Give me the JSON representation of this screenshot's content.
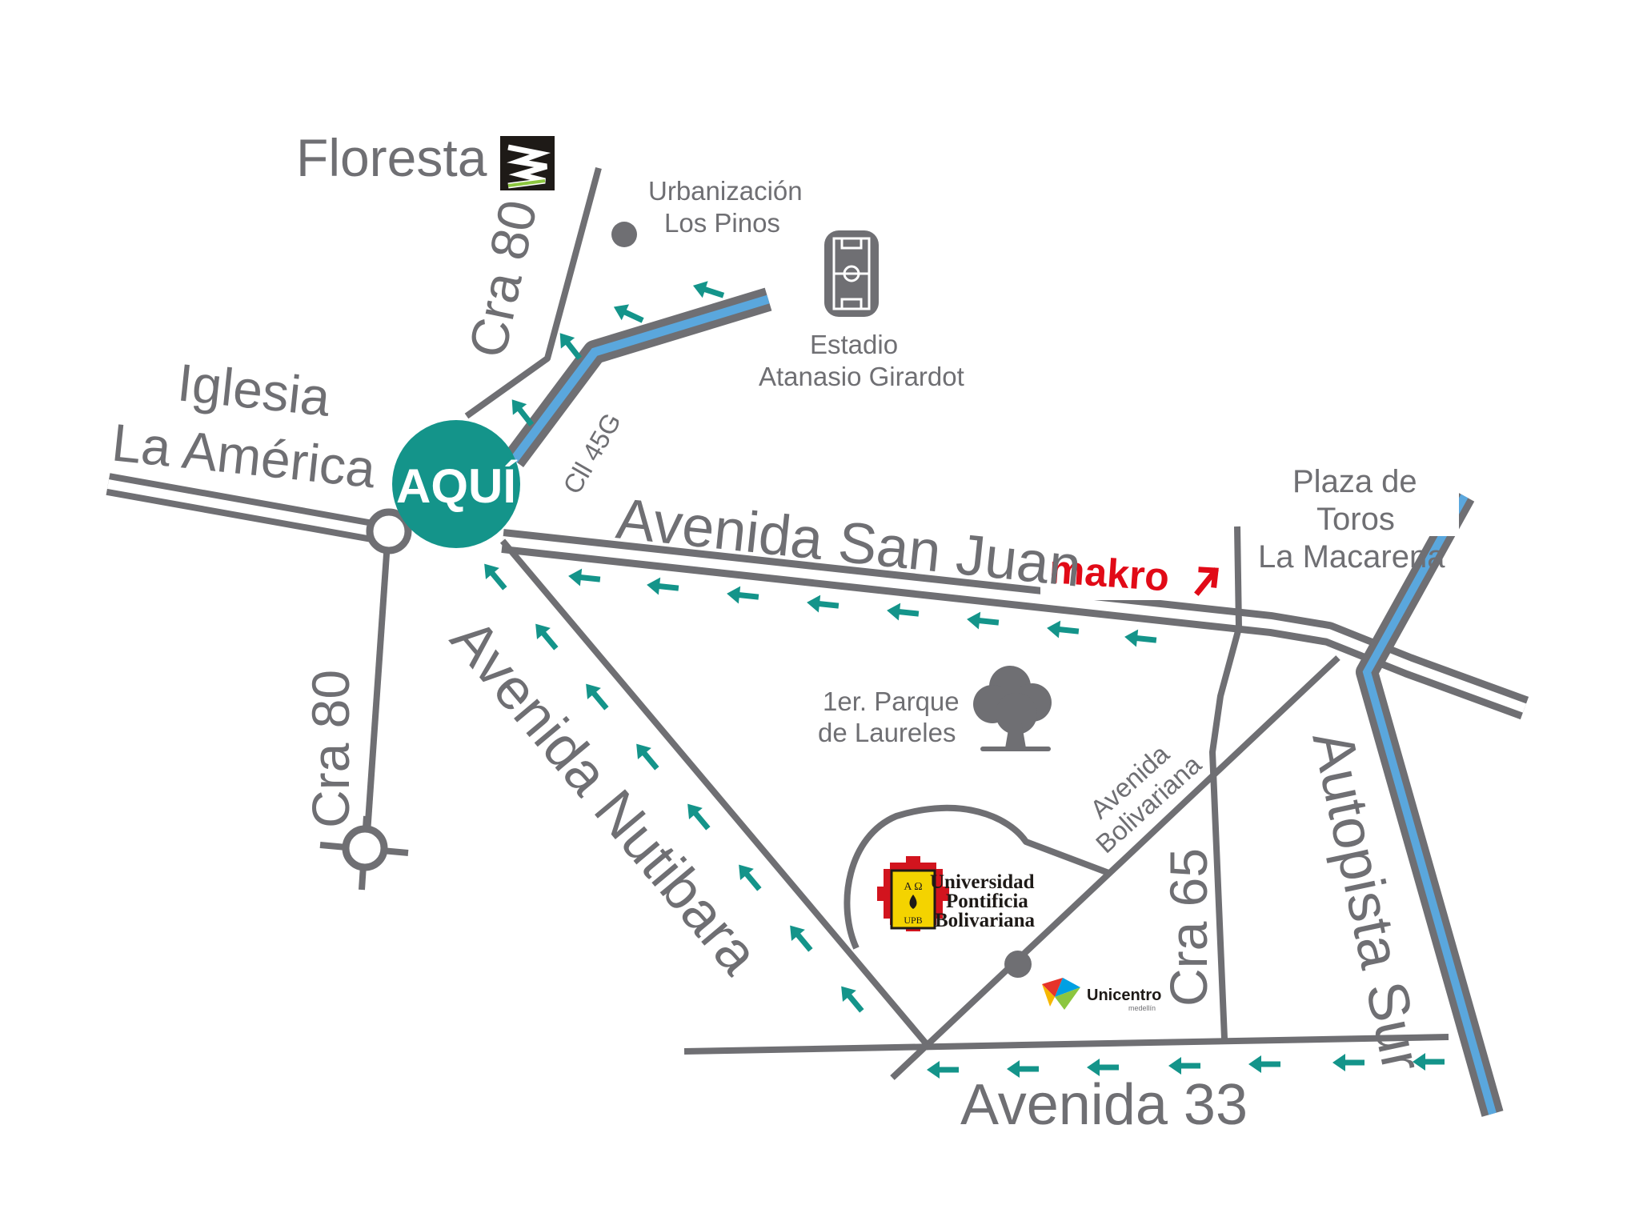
{
  "colors": {
    "road": "#6f6f73",
    "river": "#5aa7dd",
    "accent_teal": "#14948a",
    "makro_red": "#e10a17",
    "upb_yellow": "#f4d300",
    "upb_red": "#d2141e"
  },
  "marker": {
    "label": "AQUÍ"
  },
  "streets": {
    "cra80_north": "Cra 80",
    "cra80_south": "Cra 80",
    "cll45g": "Cll 45G",
    "san_juan": "Avenida San Juan",
    "nutibara": "Avenida Nutibara",
    "bolivariana_line1": "Avenida",
    "bolivariana_line2": "Bolivariana",
    "cra65": "Cra 65",
    "autopista": "Autopista Sur",
    "av33": "Avenida 33"
  },
  "places": {
    "floresta": "Floresta",
    "iglesia_line1": "Iglesia",
    "iglesia_line2": "La América",
    "urbanizacion_line1": "Urbanización",
    "urbanizacion_line2": "Los Pinos",
    "estadio_line1": "Estadio",
    "estadio_line2": "Atanasio Girardot",
    "plaza_line1": "Plaza de",
    "plaza_line2": "Toros",
    "plaza_line3": "La Macarena",
    "parque_line1": "1er. Parque",
    "parque_line2": "de Laureles"
  },
  "logos": {
    "makro": "makro",
    "upb_line1": "Universidad",
    "upb_line2": "Pontificia",
    "upb_line3": "Bolivariana",
    "upb_seal_top": "A Ω",
    "upb_seal_bottom": "UPB",
    "unicentro": "Unicentro",
    "unicentro_sub": "medellín"
  },
  "icons": {
    "floresta_logo": "w-logo-icon",
    "stadium": "stadium-icon",
    "tree": "tree-icon",
    "direction_arrows": "arrow-left-icon"
  }
}
